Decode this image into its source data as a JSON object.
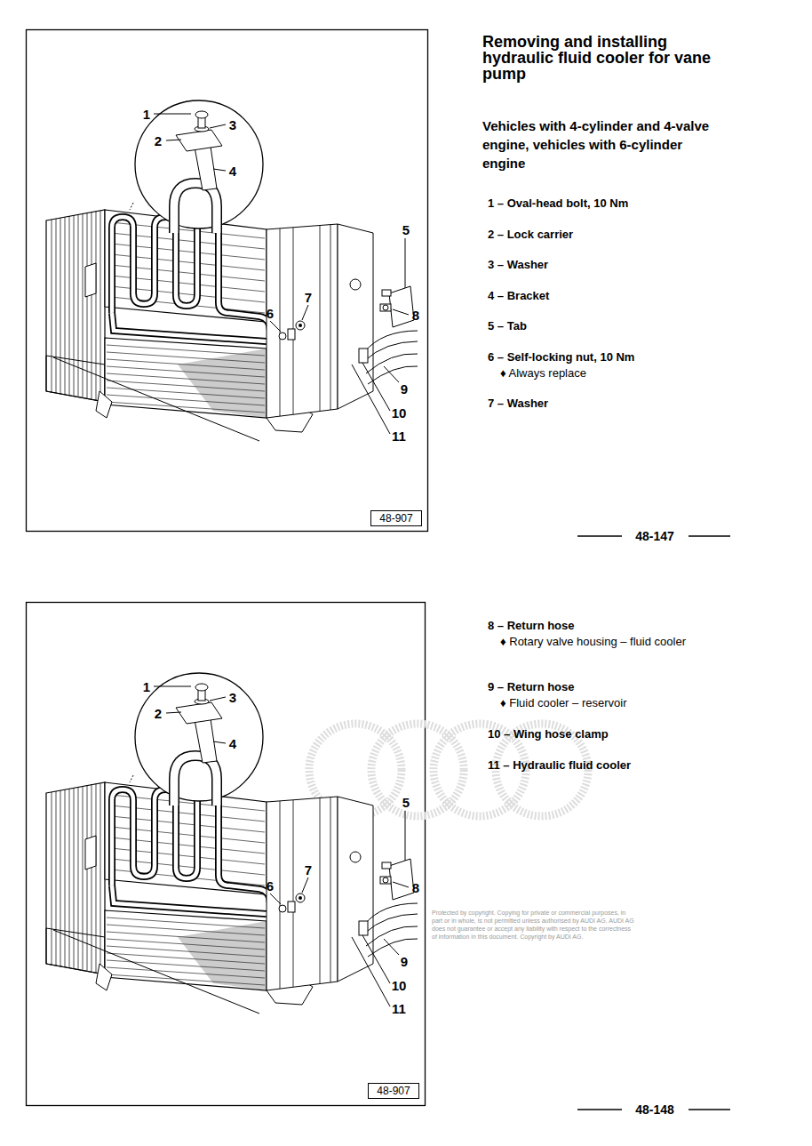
{
  "diagram": {
    "title": "Removing and installing hydraulic fluid cooler for vane pump",
    "nodes": [
      {
        "text": [
          "48-907"
        ]
      },
      {
        "text": [
          "48-907"
        ]
      }
    ],
    "labels": [
      "1",
      "3",
      "2",
      "4",
      "5",
      "8",
      "7",
      "6",
      "9",
      "10",
      "11",
      "Vehicles with 4-cylinder and 4-valve engine, vehicles with 6-cylinder engine",
      "1 – Oval-head bolt, 10 Nm",
      "2 – Lock carrier",
      "3 – Washer",
      "4 – Bracket",
      "5 – Tab",
      "6 – Self-locking nut, 10 Nm",
      "♦ Always replace",
      "7 – Washer",
      "48-147",
      "1",
      "3",
      "2",
      "4",
      "5",
      "8",
      "7",
      "6",
      "9",
      "10",
      "11",
      "8 – Return hose",
      "♦ Rotary valve housing – fluid cooler",
      "9 – Return hose",
      "♦ Fluid cooler – reservoir",
      "10 – Wing hose clamp",
      "11 – Hydraulic fluid cooler",
      "48-148",
      "Protected by copyright. Copying for private or commercial purposes, in part or in whole, is not permitted unless authorised by AUDI AG. AUDI AG does not guarantee or accept any liability with respect to the correctness of information in this document. Copyright by AUDI AG."
    ]
  }
}
